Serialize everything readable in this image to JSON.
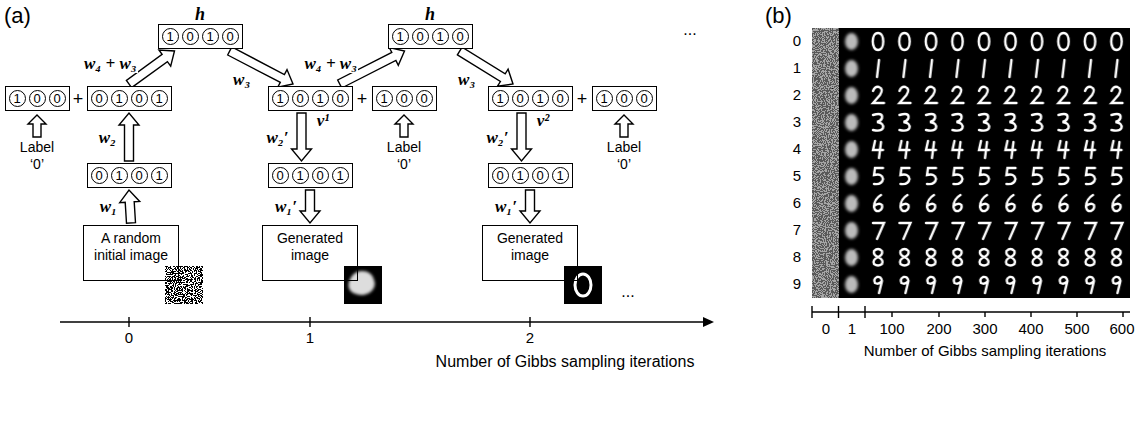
{
  "diagram": {
    "nodes": [
      {
        "text": [
          "h",
          "1",
          "0",
          "1",
          "0"
        ]
      },
      {
        "text": [
          "h",
          "1",
          "0",
          "1",
          "0"
        ]
      },
      {
        "text": [
          "1",
          "0",
          "0"
        ]
      },
      {
        "text": [
          "0",
          "1",
          "0",
          "1"
        ]
      },
      {
        "text": [
          "1",
          "0",
          "1",
          "0",
          "v¹"
        ]
      },
      {
        "text": [
          "1",
          "0",
          "0"
        ]
      },
      {
        "text": [
          "1",
          "0",
          "1",
          "0",
          "v²"
        ]
      },
      {
        "text": [
          "1",
          "0",
          "0"
        ]
      },
      {
        "text": [
          "0",
          "1",
          "0",
          "1"
        ]
      },
      {
        "text": [
          "0",
          "1",
          "0",
          "1"
        ]
      },
      {
        "text": [
          "0",
          "1",
          "0",
          "1"
        ]
      },
      {
        "text": [
          "A random initial image"
        ]
      },
      {
        "text": [
          "Generated image"
        ]
      },
      {
        "text": [
          "Generated image"
        ]
      }
    ],
    "edges": [
      {
        "from": 11,
        "to": 8,
        "arrow": "to",
        "label": "w₁"
      },
      {
        "from": 8,
        "to": 3,
        "arrow": "to",
        "label": "w₂"
      },
      {
        "from": 3,
        "to": 0,
        "arrow": "to",
        "label": "w₄ + w₃"
      },
      {
        "from": 0,
        "to": 4,
        "arrow": "to",
        "label": "w₃"
      },
      {
        "from": 4,
        "to": 9,
        "arrow": "to",
        "label": "w₂′"
      },
      {
        "from": 9,
        "to": 12,
        "arrow": "to",
        "label": "w₁′"
      },
      {
        "from": 4,
        "to": 1,
        "arrow": "to",
        "label": "w₄ + w₃"
      },
      {
        "from": 1,
        "to": 6,
        "arrow": "to",
        "label": "w₃"
      },
      {
        "from": 6,
        "to": 10,
        "arrow": "to",
        "label": "w₂′"
      },
      {
        "from": 10,
        "to": 13,
        "arrow": "to",
        "label": "w₁′"
      }
    ],
    "labels": [
      "(a)",
      "+",
      "Label ‘0’",
      "+",
      "Label ‘0’",
      "+",
      "Label ‘0’",
      "...",
      "...",
      "0",
      "1",
      "2",
      "Number of Gibbs sampling iterations",
      "(b)",
      "0",
      "1",
      "2",
      "3",
      "4",
      "5",
      "6",
      "7",
      "8",
      "9",
      "0",
      "1",
      "100",
      "200",
      "300",
      "400",
      "500",
      "600",
      "Number of Gibbs sampling iterations"
    ]
  }
}
